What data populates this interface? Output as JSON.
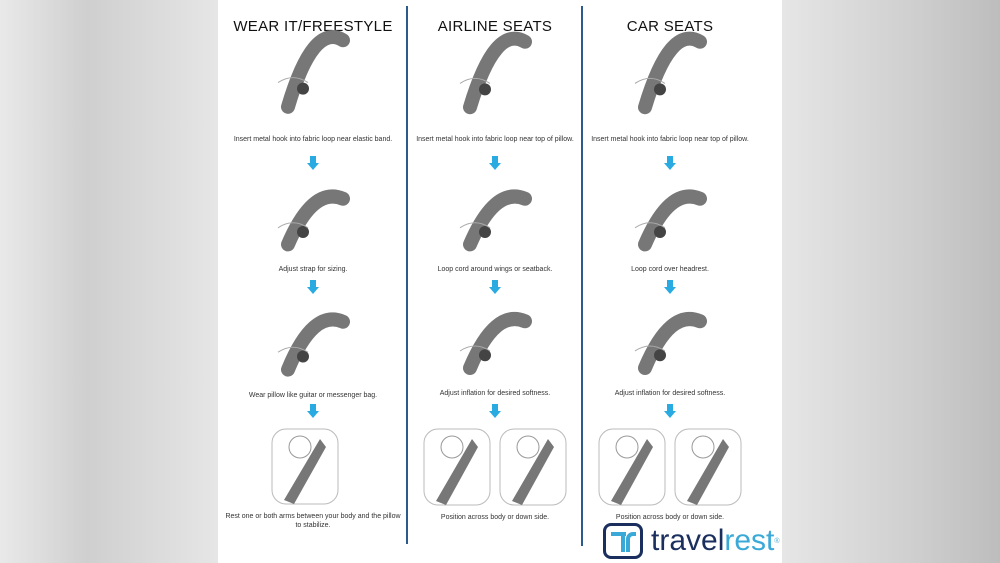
{
  "columns": [
    {
      "title": "WEAR IT/FREESTYLE",
      "steps": [
        "Insert metal hook into fabric loop near elastic band.",
        "Adjust strap for sizing.",
        "Wear pillow like guitar or messenger bag.",
        "Rest one or both arms between your body and the pillow to stabilize."
      ]
    },
    {
      "title": "AIRLINE SEATS",
      "steps": [
        "Insert metal hook into fabric loop near top of pillow.",
        "Loop cord around wings or seatback.",
        "Adjust inflation for desired softness.",
        "Position across body or down side."
      ]
    },
    {
      "title": "CAR SEATS",
      "steps": [
        "Insert metal hook into fabric loop near top of pillow.",
        "Loop cord over headrest.",
        "Adjust inflation for desired softness.",
        "Position across body or down side."
      ]
    }
  ],
  "brand": {
    "part1": "travel",
    "part2": "rest",
    "trademark": "®"
  },
  "colors": {
    "arrow": "#29abe2",
    "divider": "#2d5a8c",
    "brand_dark": "#1a2f5e",
    "brand_light": "#3aa9d8"
  }
}
